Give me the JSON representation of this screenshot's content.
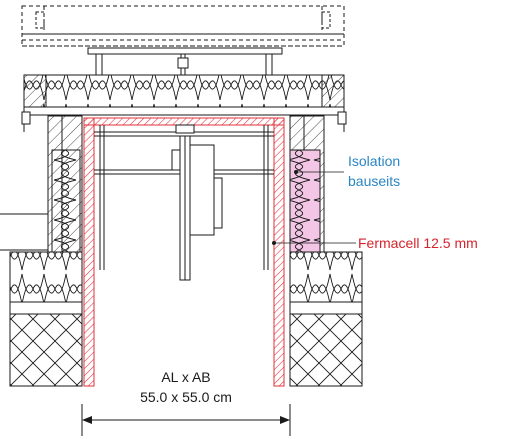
{
  "labels": {
    "insulation_line1": "Isolation",
    "insulation_line2": "bauseits",
    "fermacell": "Fermacell 12.5 mm",
    "dim_line1": "AL x AB",
    "dim_line2": "55.0 x 55.0 cm"
  },
  "colors": {
    "insulation_label": "#2a86c4",
    "fermacell_label": "#d4242e",
    "fermacell_board": "#e0303a",
    "pink_insulation": "#f4c6e6",
    "line": "#1a1a1a"
  }
}
